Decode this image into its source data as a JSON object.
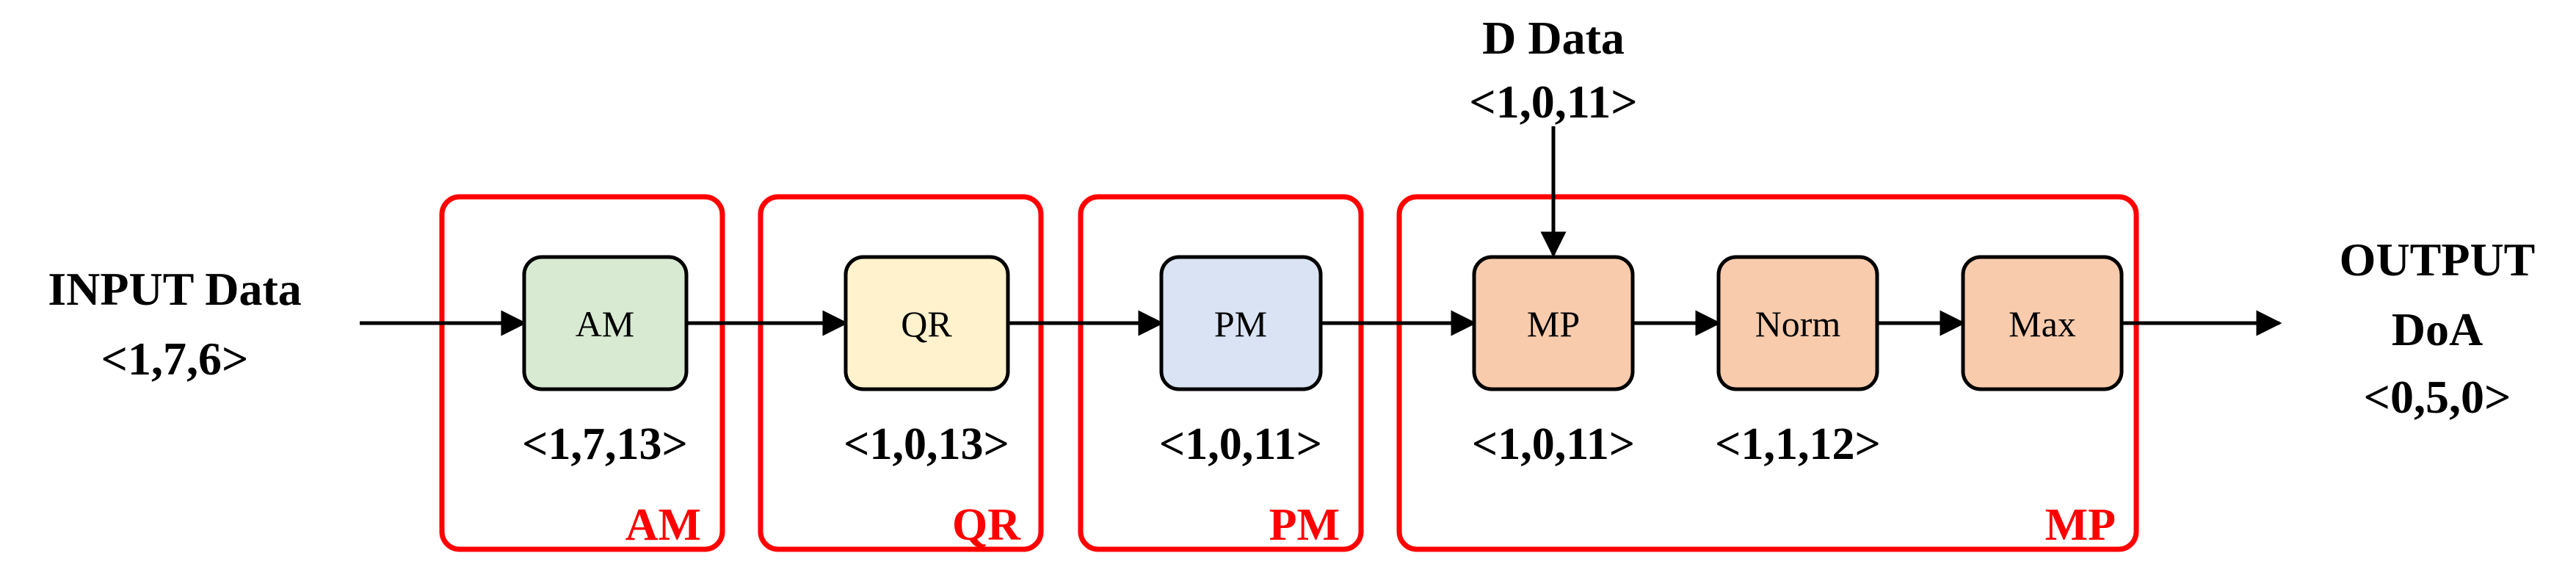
{
  "input": {
    "title": "INPUT Data",
    "format": "<1,7,6>"
  },
  "d_data": {
    "title": "D Data",
    "format": "<1,0,11>"
  },
  "output": {
    "title": "OUTPUT",
    "subtitle": "DoA",
    "format": "<0,5,0>"
  },
  "modules": [
    {
      "label": "AM"
    },
    {
      "label": "QR"
    },
    {
      "label": "PM"
    },
    {
      "label": "MP"
    }
  ],
  "blocks": [
    {
      "label": "AM",
      "format": "<1,7,13>",
      "fill": "#d9ead3"
    },
    {
      "label": "QR",
      "format": "<1,0,13>",
      "fill": "#fff2cc"
    },
    {
      "label": "PM",
      "format": "<1,0,11>",
      "fill": "#dae3f3"
    },
    {
      "label": "MP",
      "format": "<1,0,11>",
      "fill": "#f8cbad"
    },
    {
      "label": "Norm",
      "format": "<1,1,12>",
      "fill": "#f8cbad"
    },
    {
      "label": "Max",
      "format": "",
      "fill": "#f8cbad"
    }
  ],
  "colors": {
    "module_border": "#ff0000",
    "stroke": "#000000"
  }
}
